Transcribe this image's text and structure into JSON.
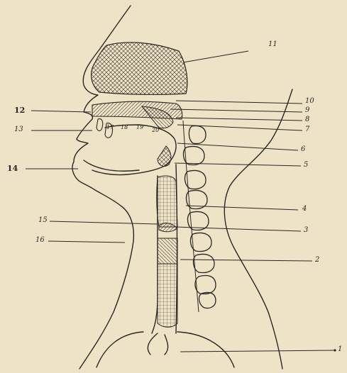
{
  "figure": {
    "labels": [
      "1",
      "2",
      "3",
      "4",
      "5",
      "6",
      "7",
      "8",
      "9",
      "10",
      "11",
      "12",
      "13",
      "14",
      "15",
      "16"
    ],
    "tooth_numbers": [
      "17",
      "18",
      "19",
      "20"
    ]
  },
  "colors": {
    "paper": "#efe3c7",
    "ink": "#2a2622"
  }
}
